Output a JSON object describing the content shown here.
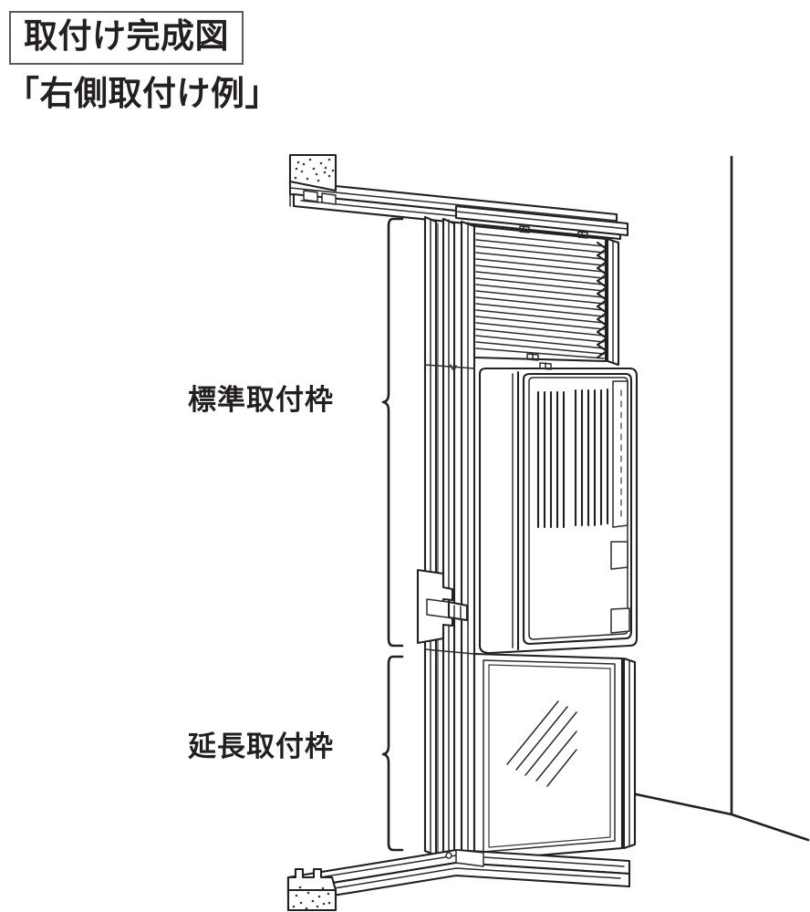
{
  "page": {
    "title_box_text": "取付け完成図",
    "subtitle": "「右側取付け例」",
    "background_color": "#ffffff",
    "line_color": "#231f20"
  },
  "labels": {
    "standard_frame": "標準取付枠",
    "extension_frame": "延長取付枠"
  },
  "diagram": {
    "name": "window-air-conditioner-installation-completed-view",
    "view": "right-side-installation-example",
    "parts": [
      {
        "name": "upper-window-rail",
        "label": ""
      },
      {
        "name": "upper-rail-section-hatch",
        "label": ""
      },
      {
        "name": "pleated-accordion-panel",
        "label": ""
      },
      {
        "name": "air-conditioner-unit",
        "label": ""
      },
      {
        "name": "air-conditioner-vent-slats",
        "label": ""
      },
      {
        "name": "air-conditioner-side-button",
        "label": ""
      },
      {
        "name": "standard-mounting-frame",
        "label": "標準取付枠"
      },
      {
        "name": "extension-mounting-frame",
        "label": "延長取付枠"
      },
      {
        "name": "window-lock-bracket",
        "label": ""
      },
      {
        "name": "glass-panel",
        "label": ""
      },
      {
        "name": "lower-window-rail",
        "label": ""
      },
      {
        "name": "lower-rail-section-hatch",
        "label": ""
      },
      {
        "name": "room-wall-corner",
        "label": ""
      },
      {
        "name": "floor-line",
        "label": ""
      }
    ]
  }
}
